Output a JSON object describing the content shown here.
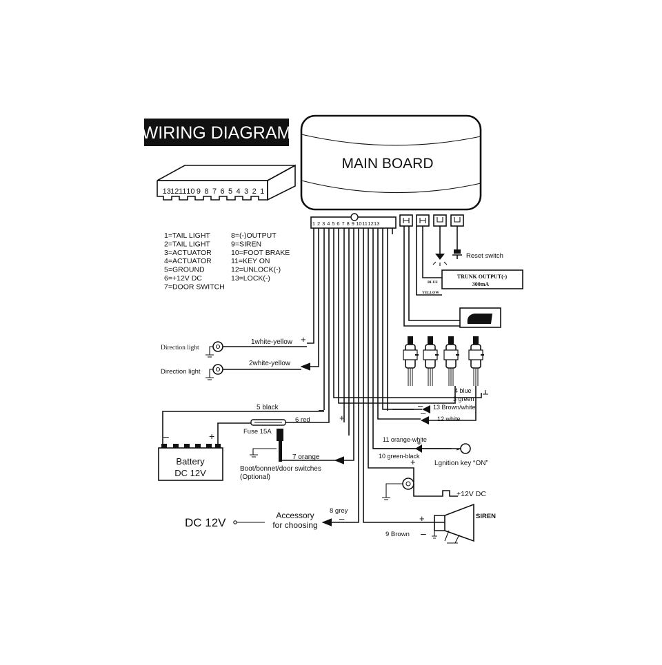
{
  "title": "WIRING DIAGRAM",
  "main_board": "MAIN BOARD",
  "connector_pins": [
    "13",
    "12",
    "11",
    "10",
    "9",
    "8",
    "7",
    "6",
    "5",
    "4",
    "3",
    "2",
    "1"
  ],
  "header_pins": [
    "1",
    "2",
    "3",
    "4",
    "5",
    "6",
    "7",
    "8",
    "9",
    "10",
    "11",
    "12",
    "13"
  ],
  "legend_left": [
    "1=TAIL LIGHT",
    "2=TAIL LIGHT",
    "3=ACTUATOR",
    "4=ACTUATOR",
    "5=GROUND",
    "6=+12V DC",
    "7=DOOR SWITCH"
  ],
  "legend_right": [
    "8=(-)OUTPUT",
    "9=SIREN",
    "10=FOOT BRAKE",
    "11=KEY ON",
    "12=UNLOCK(-)",
    "13=LOCK(-)"
  ],
  "labels": {
    "reset_switch": "Reset switch",
    "trunk_output_1": "TRUNK OUTPUT(-)",
    "trunk_output_2": "300mA",
    "blue": "BLUE",
    "yellow": "YELLOW",
    "direction_light_1": "Direction light",
    "direction_light_2": "Direction light",
    "wire_1": "1white-yellow",
    "wire_2": "2white-yellow",
    "wire_5": "5 black",
    "wire_6": "6 red",
    "fuse": "Fuse 15A",
    "wire_7": "7 orange",
    "boot_switches_1": "Boot/bonnet/door switches",
    "boot_switches_2": "(Optional)",
    "battery_1": "Battery",
    "battery_2": "DC 12V",
    "wire_4": "4 blue",
    "wire_3": "3 green",
    "wire_13": "13 Brown/white",
    "wire_12": "12 white",
    "wire_11": "11 orange-white",
    "ignition": "Lgnition key “ON”",
    "wire_10": "10 green-black",
    "plus_12v": "+12V DC",
    "wire_8": "8 grey",
    "accessory_1": "Accessory",
    "accessory_2": "for choosing",
    "dc12v": "DC 12V",
    "siren": "SIREN",
    "wire_9": "9 Brown"
  }
}
